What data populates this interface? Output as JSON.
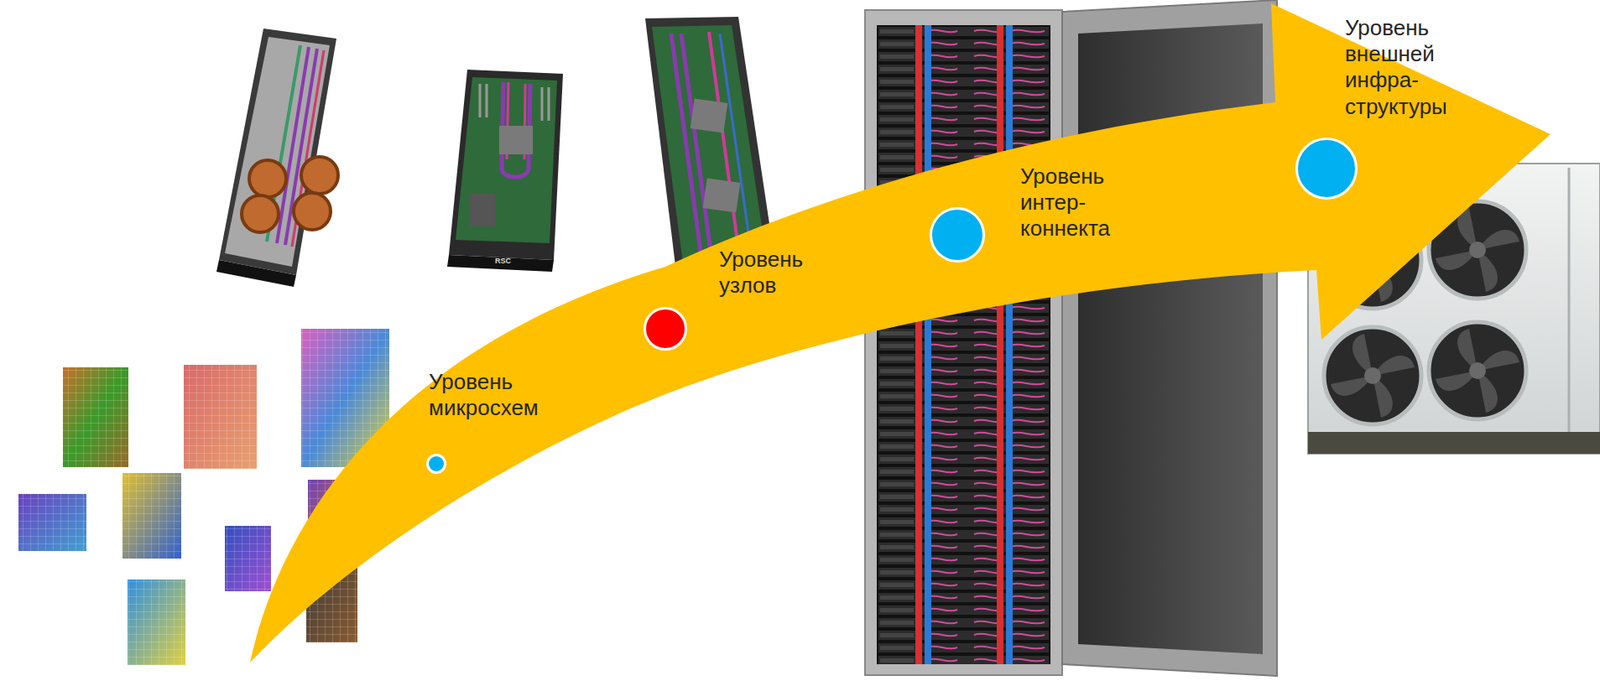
{
  "diagram": {
    "nodes": [
      {
        "text": [
          "Уровень микросхем"
        ]
      },
      {
        "text": [
          "Уровень узлов"
        ]
      },
      {
        "text": [
          "Уровень интер- коннекта"
        ]
      },
      {
        "text": [
          "Уровень внешней инфра- структуры"
        ]
      }
    ],
    "labels": [
      "RSC"
    ]
  }
}
